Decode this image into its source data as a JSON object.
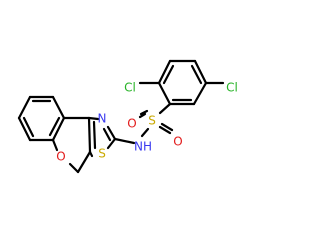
{
  "structure": {
    "colors": {
      "bond": "#000000",
      "carbon": "#000000",
      "nitrogen": "#3a3af0",
      "oxygen": "#e21b1b",
      "sulfur": "#c9a900",
      "chlorine": "#27b327",
      "background": "#ffffff"
    },
    "atom_labels": {
      "cl_top": "Cl",
      "cl_right": "Cl",
      "s_sulfonyl": "S",
      "o_sulfonyl_top": "O",
      "o_sulfonyl_bottom": "O",
      "n_thiazole": "N",
      "nh": "NH",
      "s_thiazole": "S",
      "o_pyran": "O"
    }
  }
}
